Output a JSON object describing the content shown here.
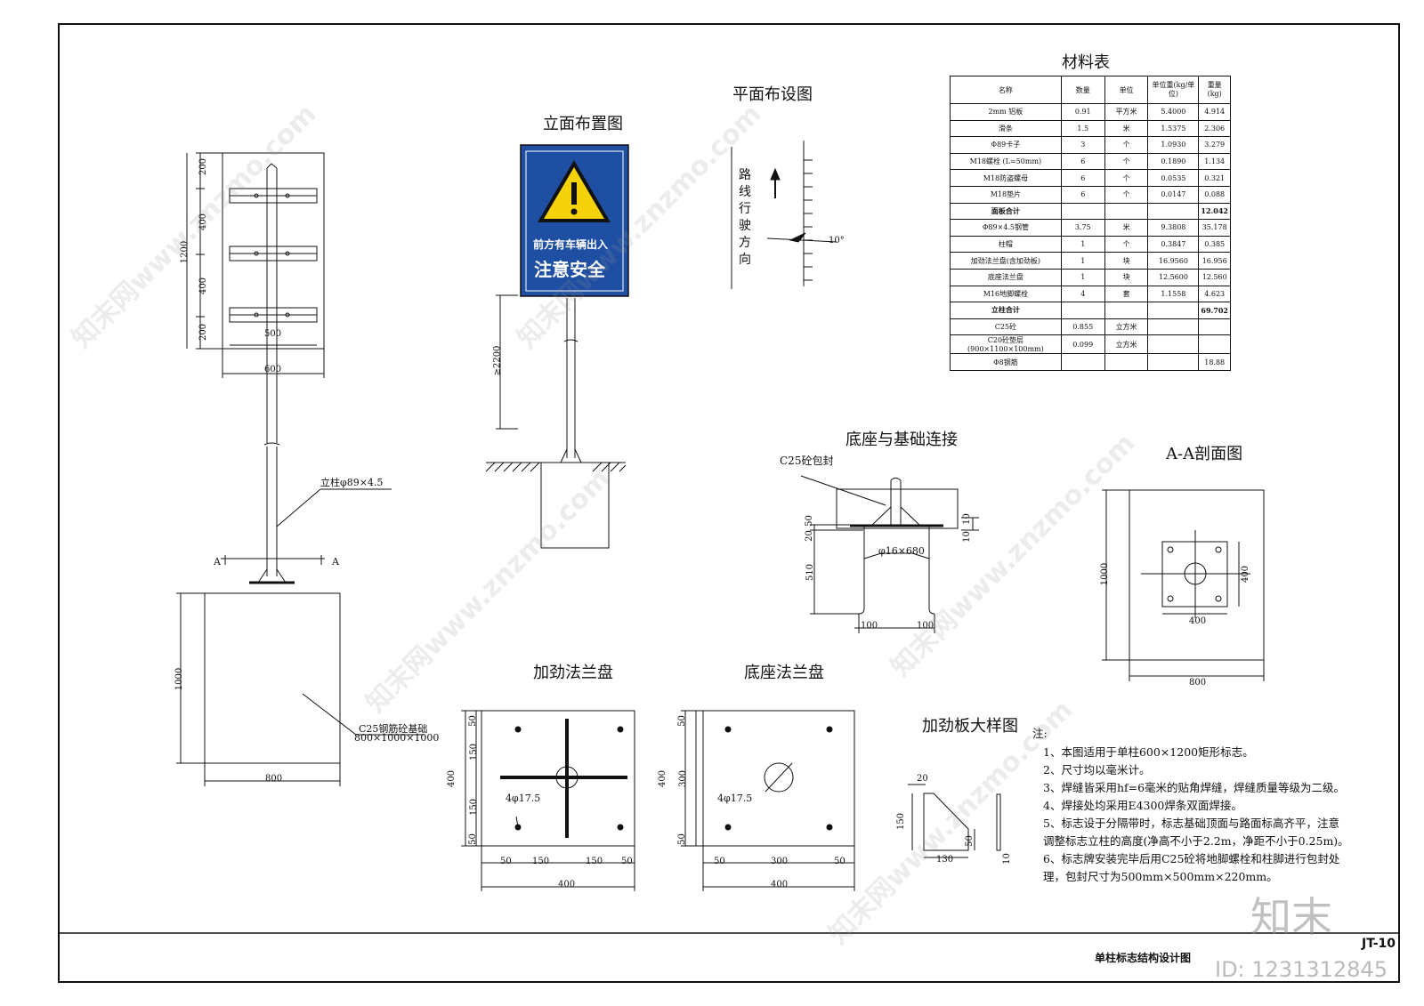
{
  "titles": {
    "elevation": "立面布置图",
    "plan": "平面布设图",
    "base_connection": "底座与基础连接",
    "section": "A-A剖面图",
    "stiffened_flange": "加劲法兰盘",
    "base_flange": "底座法兰盘",
    "stiffener_detail": "加劲板大样图",
    "material_table": "材料表"
  },
  "sign": {
    "line1": "前方有车辆出入",
    "line2": "注意安全",
    "bg_color": "#1f4fa3",
    "triangle_color": "#f5d20a"
  },
  "plan_direction": "路线行驶方向",
  "labels": {
    "post": "立柱φ89×4.5",
    "foundation_1": "C25钢筋砼基础",
    "foundation_2": "800×1000×1000",
    "section_mark": "A",
    "c25_cover": "C25砼包封",
    "anchor": "φ16×680",
    "holes": "4φ17.5",
    "min_height": "≥2200",
    "angle": "10°"
  },
  "dims": {
    "d200": "200",
    "d400": "400",
    "d1200": "1200",
    "d500": "500",
    "d600": "600",
    "d1000": "1000",
    "d800": "800",
    "d50": "50",
    "d150": "150",
    "d300": "300",
    "d20": "20",
    "d510": "510",
    "d10": "10",
    "d100": "100",
    "d130": "130"
  },
  "table": {
    "headers": [
      "名称",
      "数量",
      "单位",
      "单位重(kg/单位)",
      "重量(kg)"
    ],
    "rows": [
      [
        "2mm 铝板",
        "0.91",
        "平方米",
        "5.4000",
        "4.914"
      ],
      [
        "滑条",
        "1.5",
        "米",
        "1.5375",
        "2.306"
      ],
      [
        "Φ89卡子",
        "3",
        "个",
        "1.0930",
        "3.279"
      ],
      [
        "M18螺栓 (L=50mm)",
        "6",
        "个",
        "0.1890",
        "1.134"
      ],
      [
        "M18防盗螺母",
        "6",
        "个",
        "0.0535",
        "0.321"
      ],
      [
        "M18垫片",
        "6",
        "个",
        "0.0147",
        "0.088"
      ],
      [
        "面板合计",
        "",
        "",
        "",
        "12.042"
      ],
      [
        "Φ89×4.5钢管",
        "3.75",
        "米",
        "9.3808",
        "35.178"
      ],
      [
        "柱帽",
        "1",
        "个",
        "0.3847",
        "0.385"
      ],
      [
        "加劲法兰盘(含加劲板)",
        "1",
        "块",
        "16.9560",
        "16.956"
      ],
      [
        "底座法兰盘",
        "1",
        "块",
        "12.5600",
        "12.560"
      ],
      [
        "M16地脚螺栓",
        "4",
        "套",
        "1.1558",
        "4.623"
      ],
      [
        "立柱合计",
        "",
        "",
        "",
        "69.702"
      ],
      [
        "C25砼",
        "0.855",
        "立方米",
        "",
        ""
      ],
      [
        "C20砼垫层(900×1100×100mm)",
        "0.099",
        "立方米",
        "",
        ""
      ],
      [
        "Φ8钢筋",
        "",
        "",
        "",
        "18.88"
      ]
    ],
    "bold_rows": [
      6,
      12
    ]
  },
  "notes": {
    "head": "注:",
    "items": [
      "1、本图适用于单柱600×1200矩形标志。",
      "2、尺寸均以毫米计。",
      "3、焊缝皆采用hf=6毫米的贴角焊缝，焊缝质量等级为二级。",
      "4、焊接处均采用E4300焊条双面焊接。",
      "5、标志设于分隔带时，标志基础顶面与路面标高齐平，注意",
      "    调整标志立柱的高度(净高不小于2.2m，净距不小于0.25m)。",
      "6、标志牌安装完毕后用C25砼将地脚螺栓和柱脚进行包封处",
      "    理，包封尺寸为500mm×500mm×220mm。"
    ]
  },
  "title_block": {
    "drawing_title": "单柱标志结构设计图",
    "drawing_no": "JT-10"
  },
  "watermark": {
    "brand": "知末",
    "id": "ID: 1231312845",
    "text": "知末网www.znzmo.com"
  }
}
